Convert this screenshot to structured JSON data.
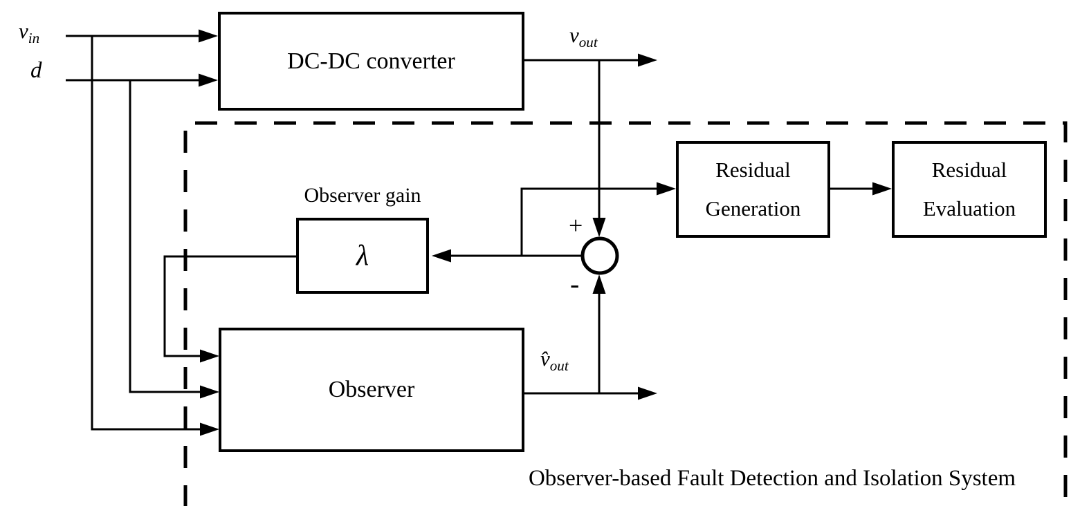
{
  "diagram": {
    "colors": {
      "ink": "#000000",
      "background": "#ffffff"
    },
    "blocks": {
      "dcdc_converter": {
        "label": "DC-DC converter"
      },
      "observer_gain": {
        "title": "Observer gain",
        "symbol": "λ"
      },
      "observer": {
        "label": "Observer"
      },
      "residual_generation": {
        "label": "Residual Generation"
      },
      "residual_evaluation": {
        "label": "Residual Evaluation"
      }
    },
    "signals": {
      "v_in": {
        "base": "v",
        "sub": "in"
      },
      "d": {
        "base": "d",
        "sub": ""
      },
      "v_out": {
        "base": "v",
        "sub": "out"
      },
      "v_hat_out": {
        "base": "v̂",
        "sub": "out"
      }
    },
    "summing_junction": {
      "plus_sign": "+",
      "minus_sign": "-"
    },
    "caption": "Observer-based Fault Detection and Isolation System"
  }
}
